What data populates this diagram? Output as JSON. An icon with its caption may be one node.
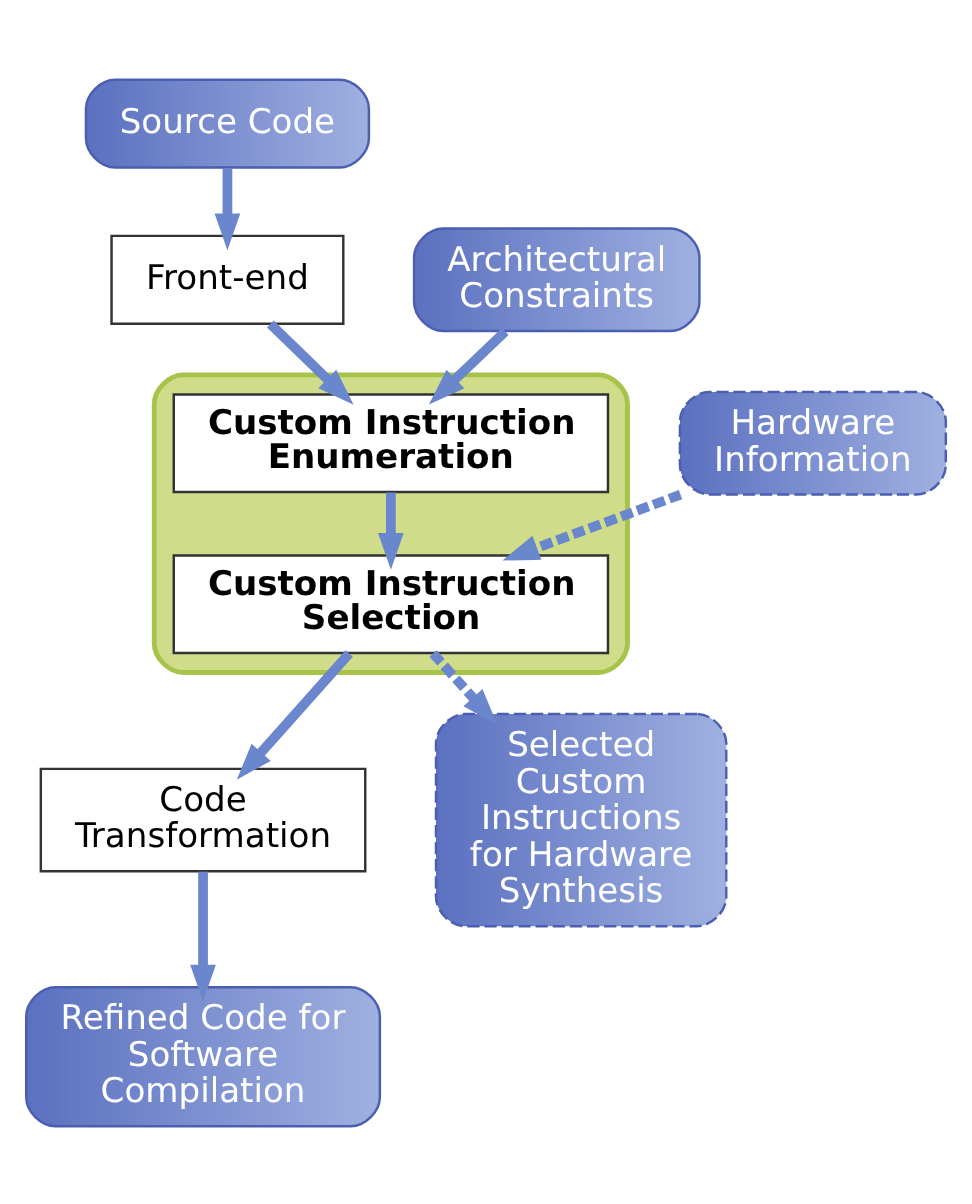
{
  "diagram": {
    "nodes": [
      {
        "text": [
          "Source Code"
        ]
      },
      {
        "text": [
          "Front-end"
        ]
      },
      {
        "text": [],
        "shape": "box"
      },
      {
        "text": [
          "Custom Instruction Enumeration"
        ],
        "in": 2
      },
      {
        "text": [
          "Custom Instruction Selection"
        ],
        "in": 2
      },
      {
        "text": [
          "Architectural Constraints"
        ]
      },
      {
        "text": [
          "Hardware Information"
        ]
      },
      {
        "text": [
          "Code Transformation"
        ]
      },
      {
        "text": [
          "Selected Custom Instructions for Hardware Synthesis"
        ]
      },
      {
        "text": [
          "Refined Code for Software Compilation"
        ]
      }
    ],
    "edges": [
      {
        "from": 0,
        "to": 1,
        "arrow": "to"
      },
      {
        "from": 1,
        "to": 3,
        "arrow": "to"
      },
      {
        "from": 5,
        "to": 3,
        "arrow": "to"
      },
      {
        "from": 3,
        "to": 4,
        "arrow": "to"
      },
      {
        "from": 6,
        "to": 4,
        "arrow": "to",
        "style": "dashed"
      },
      {
        "from": 4,
        "to": 7,
        "arrow": "to"
      },
      {
        "from": 4,
        "to": 8,
        "arrow": "to",
        "style": "dashed"
      },
      {
        "from": 7,
        "to": 9,
        "arrow": "to"
      }
    ]
  }
}
